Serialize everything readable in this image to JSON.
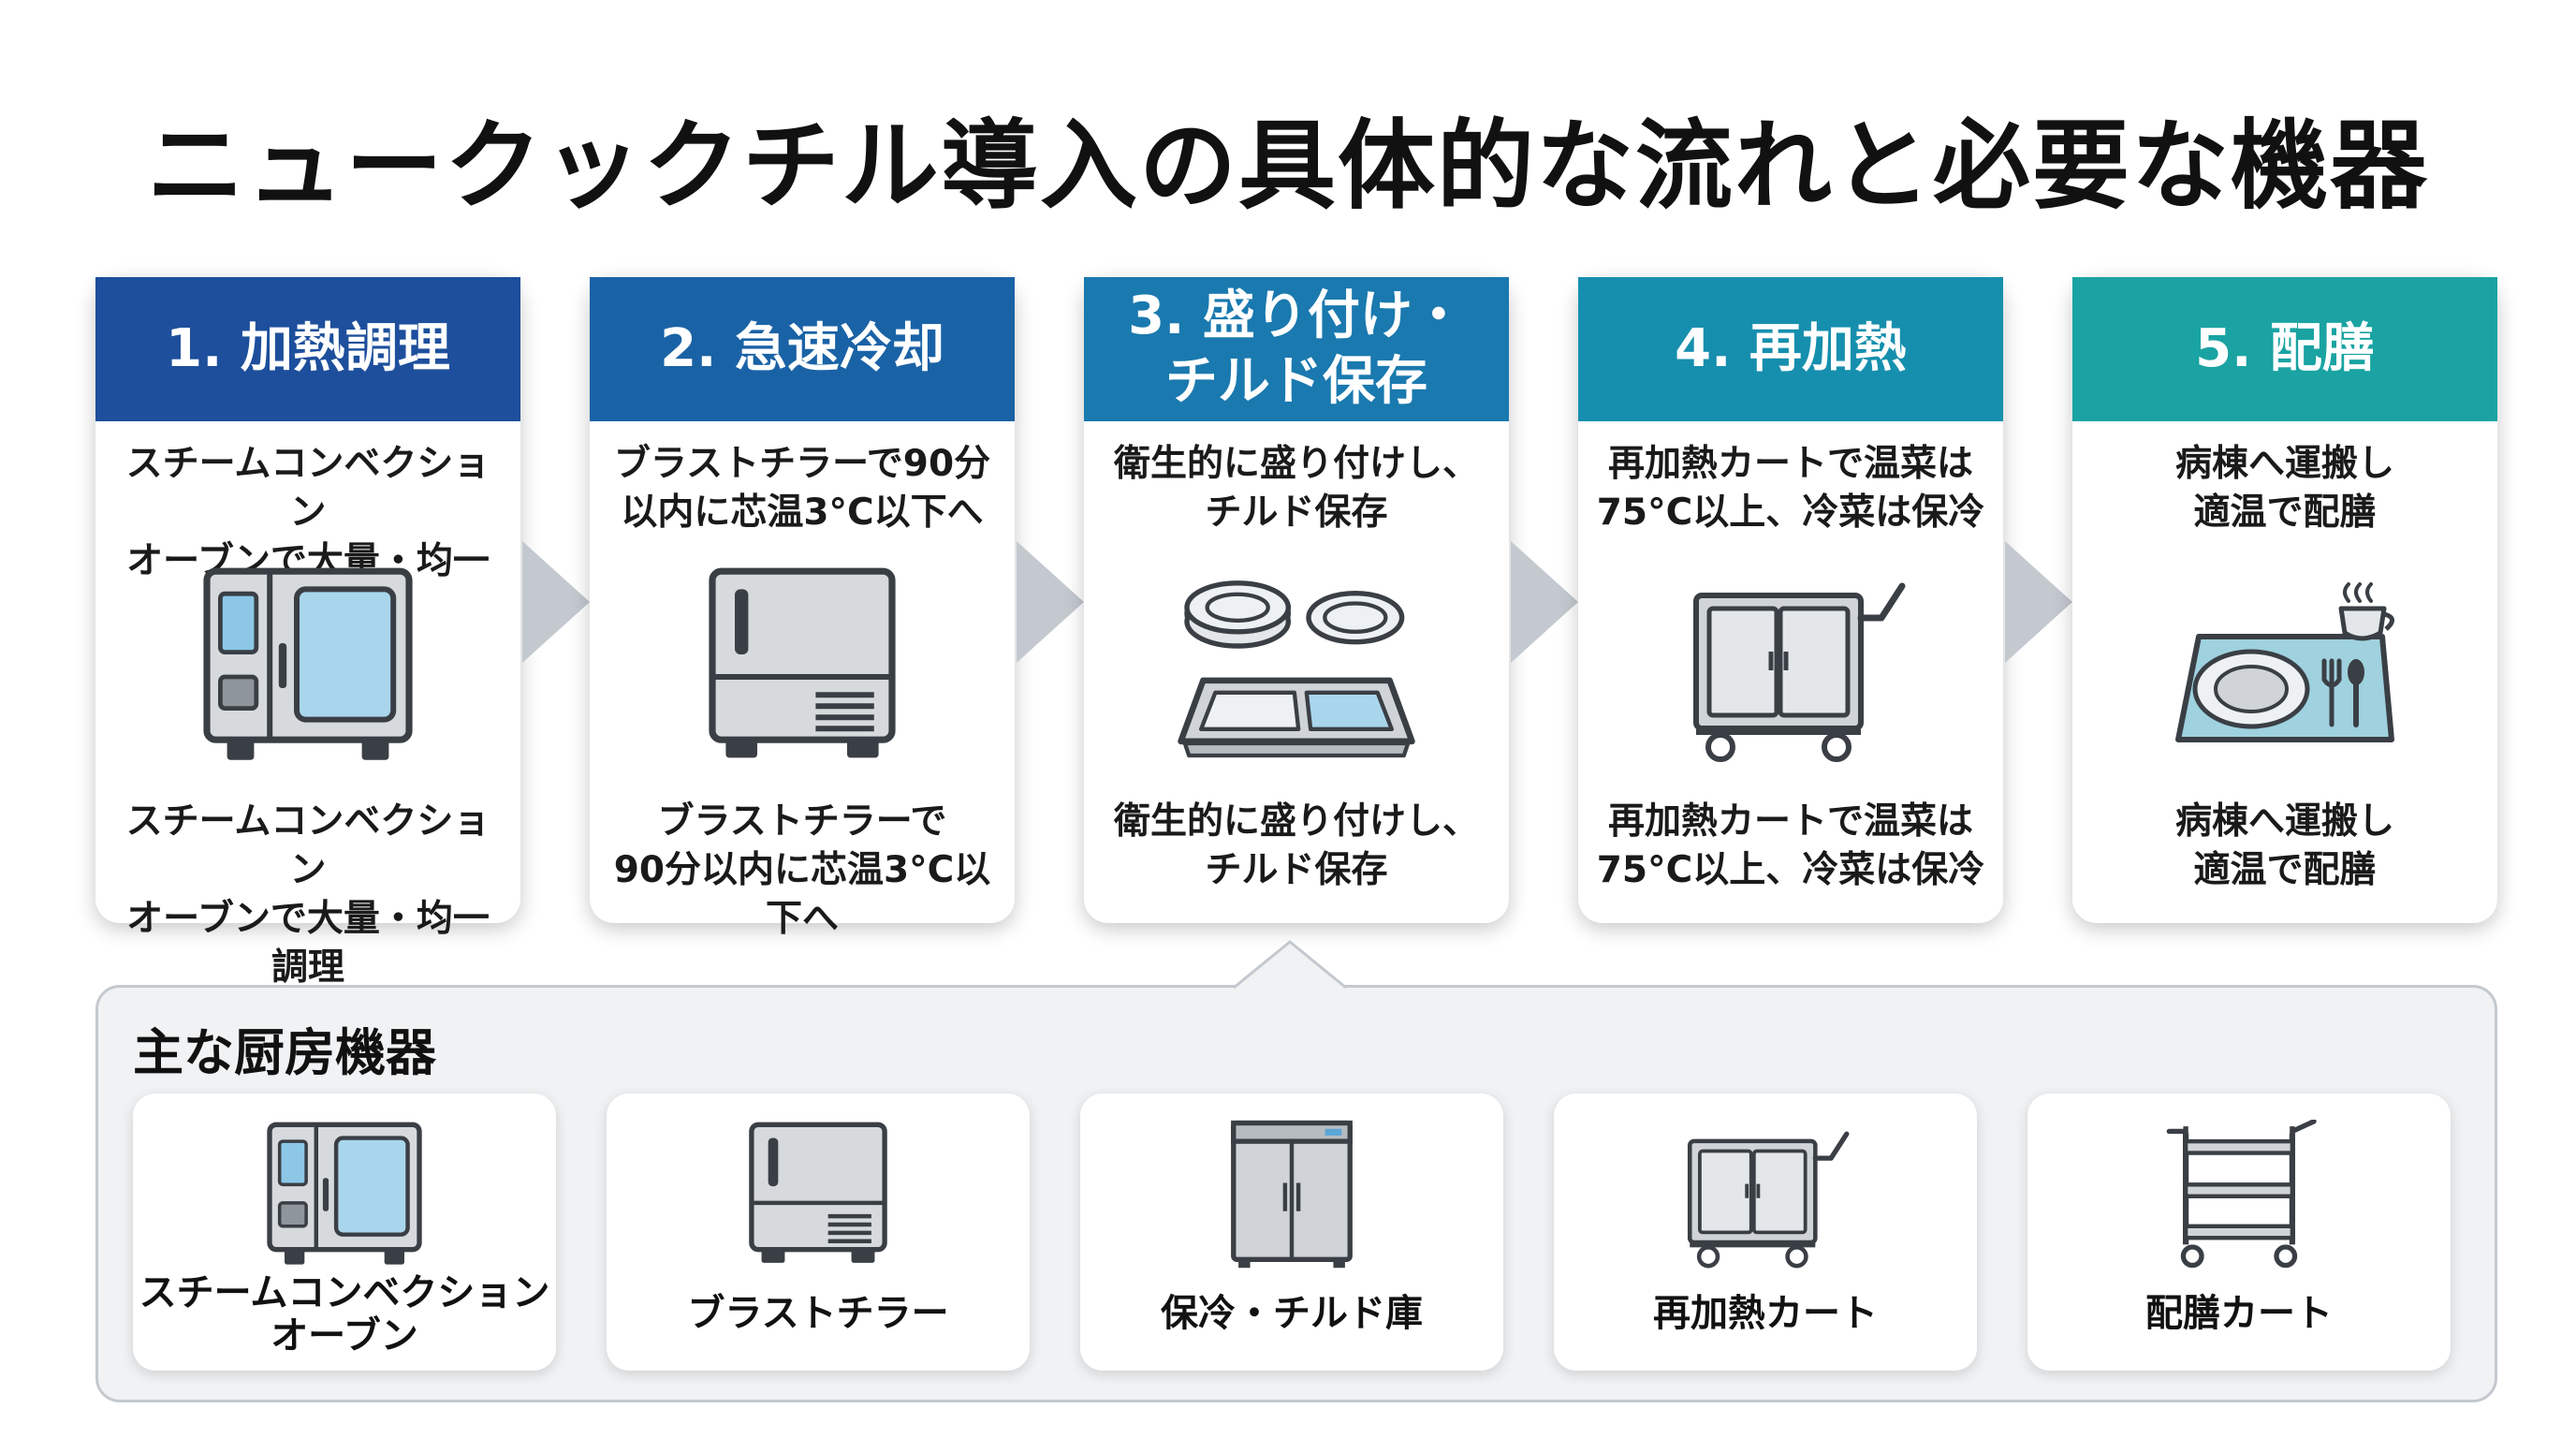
{
  "title": "ニュークックチル導入の具体的な流れと必要な機器",
  "steps": [
    {
      "header": "1. 加熱調理",
      "top_text": "スチームコンベクション\nオーブンで大量・均一調理",
      "bottom_text": "スチームコンベクション\nオーブンで大量・均一調理",
      "icon": "combi-oven-icon",
      "header_color": "#1d4f9c"
    },
    {
      "header": "2. 急速冷却",
      "top_text": "ブラストチラーで90分\n以内に芯温3°C以下へ",
      "bottom_text": "ブラストチラーで\n90分以内に芯温3°C以下へ",
      "icon": "blast-chiller-icon",
      "header_color": "#1a62a6"
    },
    {
      "header": "3. 盛り付け・\nチルド保存",
      "top_text": "衛生的に盛り付けし、\nチルド保存",
      "bottom_text": "衛生的に盛り付けし、\nチルド保存",
      "icon": "plates-tray-icon",
      "header_color": "#1a79af"
    },
    {
      "header": "4. 再加熱",
      "top_text": "再加熱カートで温菜は\n75°C以上、冷菜は保冷",
      "bottom_text": "再加熱カートで温菜は\n75°C以上、冷菜は保冷",
      "icon": "reheat-cart-icon",
      "header_color": "#168fae"
    },
    {
      "header": "5. 配膳",
      "top_text": "病棟へ運搬し\n適温で配膳",
      "bottom_text": "病棟へ運搬し\n適温で配膳",
      "icon": "meal-tray-icon",
      "header_color": "#1aa3a2"
    }
  ],
  "equipment": {
    "title": "主な厨房機器",
    "items": [
      {
        "label": "スチームコンベクション\nオーブン",
        "icon": "combi-oven-icon"
      },
      {
        "label": "ブラストチラー",
        "icon": "blast-chiller-icon"
      },
      {
        "label": "保冷・チルド庫",
        "icon": "chilled-storage-icon"
      },
      {
        "label": "再加熱カート",
        "icon": "reheat-cart-icon"
      },
      {
        "label": "配膳カート",
        "icon": "serving-cart-icon"
      }
    ]
  }
}
